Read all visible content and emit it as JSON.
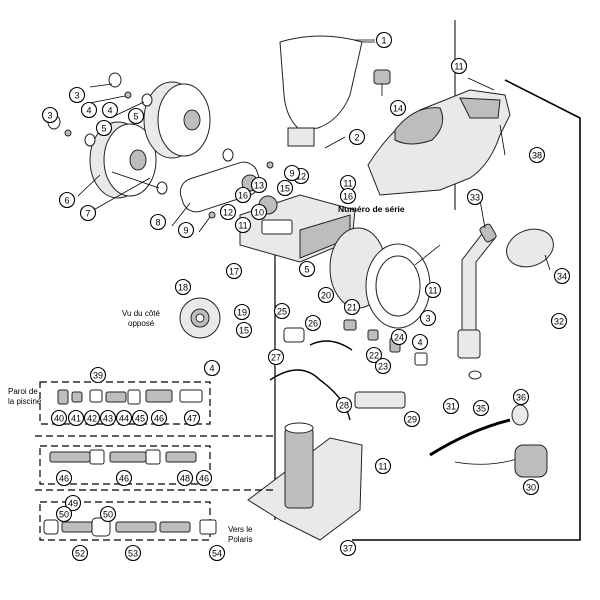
{
  "labels": {
    "serial": "Numéro de série",
    "side_line1": "Vu du côté",
    "side_line2": "opposé",
    "wall_line1": "Paroi de",
    "wall_line2": "la piscine",
    "polaris_line1": "Vers le",
    "polaris_line2": "Polaris"
  },
  "callouts": {
    "c1": "1",
    "c2": "2",
    "c3": "3",
    "c4": "4",
    "c5": "5",
    "c6": "6",
    "c7": "7",
    "c8": "8",
    "c9": "9",
    "c10": "10",
    "c11": "11",
    "c12": "12",
    "c13": "13",
    "c14": "14",
    "c15": "15",
    "c16": "16",
    "c17": "17",
    "c18": "18",
    "c19": "19",
    "c20": "20",
    "c21": "21",
    "c22": "22",
    "c23": "23",
    "c24": "24",
    "c25": "25",
    "c26": "26",
    "c27": "27",
    "c28": "28",
    "c29": "29",
    "c30": "30",
    "c31": "31",
    "c32": "32",
    "c33": "33",
    "c34": "34",
    "c35": "35",
    "c36": "36",
    "c37": "37",
    "c38": "38",
    "c39": "39",
    "c40": "40",
    "c41": "41",
    "c42": "42",
    "c43": "43",
    "c44": "44",
    "c45": "45",
    "c46": "46",
    "c47": "47",
    "c48": "48",
    "c49": "49",
    "c50": "50",
    "c52": "52",
    "c53": "53",
    "c54": "54"
  }
}
